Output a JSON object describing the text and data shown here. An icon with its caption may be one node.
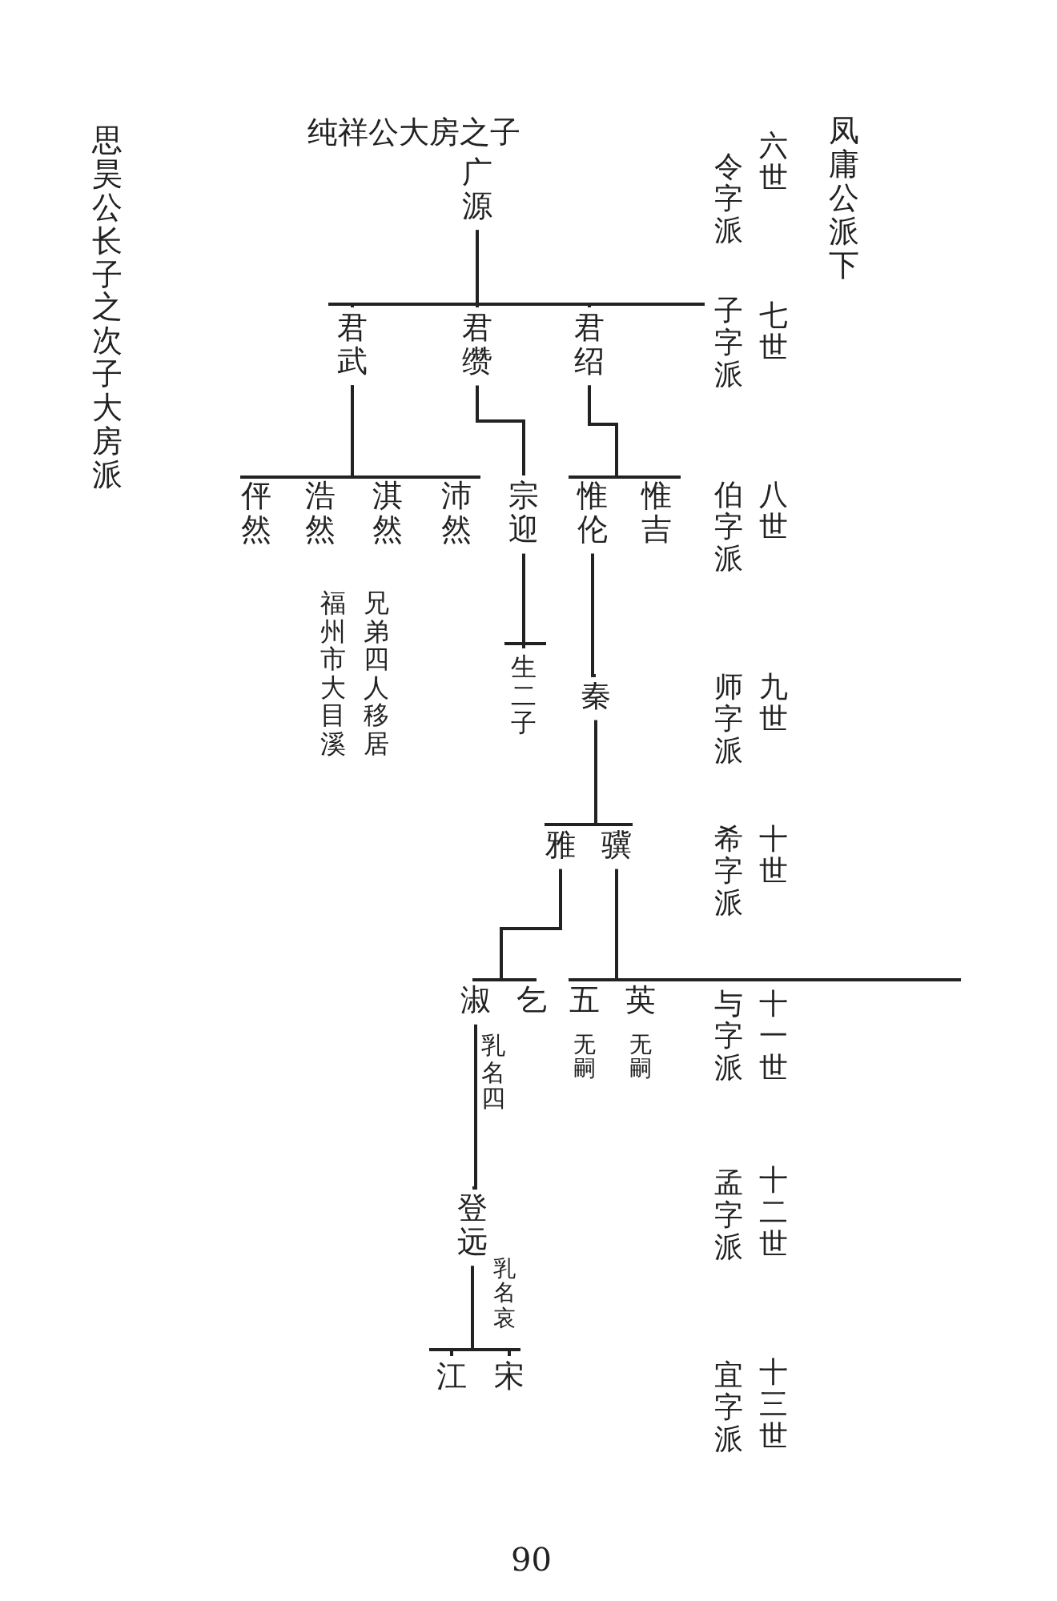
{
  "diagram": {
    "title": "纯祥公大房之子",
    "nodes": [
      {
        "text": [
          "广源"
        ]
      },
      {
        "text": [
          "君武"
        ]
      },
      {
        "text": [
          "君缵"
        ]
      },
      {
        "text": [
          "君绍"
        ]
      },
      {
        "text": [
          "伻然"
        ]
      },
      {
        "text": [
          "浩然"
        ]
      },
      {
        "text": [
          "淇然"
        ]
      },
      {
        "text": [
          "沛然"
        ]
      },
      {
        "text": [
          "宗迎"
        ]
      },
      {
        "text": [
          "惟伦"
        ]
      },
      {
        "text": [
          "惟吉"
        ]
      },
      {
        "text": [
          "生二子"
        ]
      },
      {
        "text": [
          "秦"
        ]
      },
      {
        "text": [
          "雅"
        ]
      },
      {
        "text": [
          "骥"
        ]
      },
      {
        "text": [
          "淑"
        ]
      },
      {
        "text": [
          "乞"
        ]
      },
      {
        "text": [
          "五"
        ],
        "beside": [
          "无嗣"
        ]
      },
      {
        "text": [
          "英"
        ],
        "beside": [
          "无嗣"
        ]
      },
      {
        "text": [
          "登远"
        ]
      },
      {
        "text": [
          "江"
        ]
      },
      {
        "text": [
          "宋"
        ]
      }
    ],
    "edges": [
      {
        "from": 0,
        "to": 1,
        "arrow": "none"
      },
      {
        "from": 0,
        "to": 2,
        "arrow": "none"
      },
      {
        "from": 0,
        "to": 3,
        "arrow": "none"
      },
      {
        "from": 1,
        "to": 4,
        "arrow": "none"
      },
      {
        "from": 1,
        "to": 5,
        "arrow": "none"
      },
      {
        "from": 1,
        "to": 6,
        "arrow": "none"
      },
      {
        "from": 1,
        "to": 7,
        "arrow": "none"
      },
      {
        "from": 2,
        "to": 8,
        "arrow": "none"
      },
      {
        "from": 3,
        "to": 9,
        "arrow": "none"
      },
      {
        "from": 3,
        "to": 10,
        "arrow": "none"
      },
      {
        "from": 8,
        "to": 11,
        "arrow": "none"
      },
      {
        "from": 9,
        "to": 12,
        "arrow": "none"
      },
      {
        "from": 12,
        "to": 13,
        "arrow": "none"
      },
      {
        "from": 12,
        "to": 14,
        "arrow": "none"
      },
      {
        "from": 13,
        "to": 15,
        "arrow": "none"
      },
      {
        "from": 13,
        "to": 16,
        "arrow": "none"
      },
      {
        "from": 14,
        "to": 17,
        "arrow": "none"
      },
      {
        "from": 14,
        "to": 18,
        "arrow": "none"
      },
      {
        "from": 15,
        "to": 19,
        "arrow": "none"
      },
      {
        "from": 19,
        "to": 20,
        "arrow": "none"
      },
      {
        "from": 19,
        "to": 21,
        "arrow": "none"
      }
    ],
    "labels": [
      "凤庸公派下",
      "六世",
      "令字派",
      "七世",
      "子字派",
      "八世",
      "伯字派",
      "九世",
      "师字派",
      "十世",
      "希字派",
      "十一世",
      "与字派",
      "十二世",
      "孟字派",
      "十三世",
      "宜字派",
      "兄弟四人移居",
      "福州市大目溪",
      "乳名四",
      "乳名哀",
      "思昊公长子之次子大房派",
      "90"
    ]
  }
}
